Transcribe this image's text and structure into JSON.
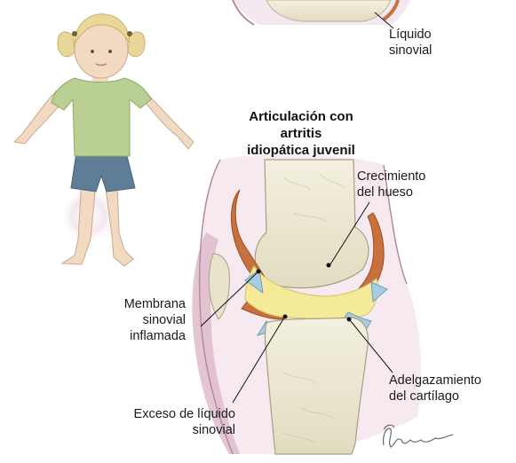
{
  "title": [
    "Articulación con artritis",
    "idiopática juvenil"
  ],
  "labels": {
    "liquido_sinovial_top": [
      "Líquido",
      "sinovial"
    ],
    "crecimiento_hueso": [
      "Crecimiento",
      "del hueso"
    ],
    "membrana_inflamada": [
      "Membrana",
      "sinovial",
      "inflamada"
    ],
    "adelgazamiento_cartilago": [
      "Adelgazamiento",
      "del cartílago"
    ],
    "exceso_liquido": [
      "Exceso de líquido",
      "sinovial"
    ]
  },
  "colors": {
    "skin": "#f2d9c2",
    "bone": "#efecd8",
    "synovium": "#c9713c",
    "fluid": "#f4ea9a",
    "cartilage": "#a9cde0",
    "shirt": "#b9cf93",
    "shorts": "#5f7d96",
    "hair": "#e9d79a",
    "tissue": "#ddb7c9"
  }
}
